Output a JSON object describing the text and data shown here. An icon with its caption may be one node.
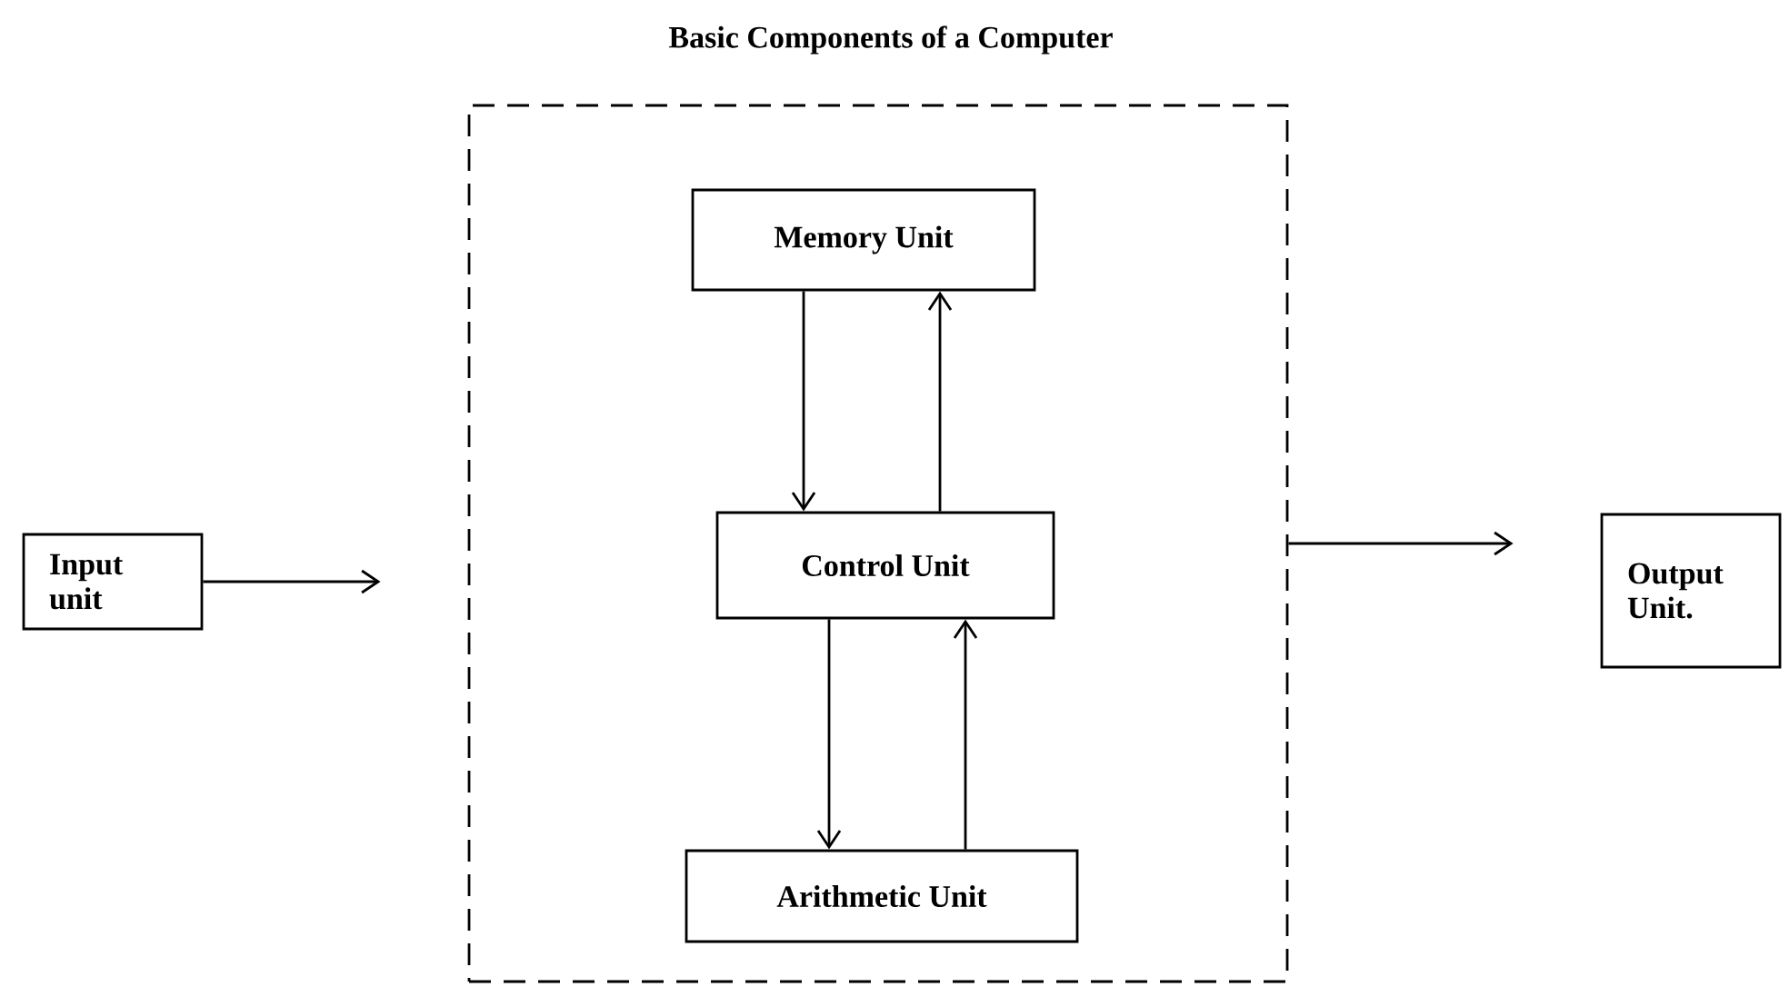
{
  "diagram": {
    "title": "Basic Components of a Computer",
    "nodes": [
      {
        "text": [
          "Input unit"
        ]
      },
      {
        "text": [],
        "shape": "box"
      },
      {
        "text": [
          "Memory Unit"
        ],
        "in": 1
      },
      {
        "text": [
          "Control Unit"
        ],
        "in": 1
      },
      {
        "text": [
          "Arithmetic Unit"
        ],
        "in": 1
      },
      {
        "text": [
          "Output Unit."
        ]
      }
    ],
    "edges": [
      {
        "from": 0,
        "to": 1,
        "arrow": "to"
      },
      {
        "from": 1,
        "to": 5,
        "arrow": "to"
      },
      {
        "from": 2,
        "to": 3,
        "arrow": "to"
      },
      {
        "from": 3,
        "to": 2,
        "arrow": "to"
      },
      {
        "from": 3,
        "to": 4,
        "arrow": "to"
      },
      {
        "from": 4,
        "to": 3,
        "arrow": "to"
      }
    ]
  }
}
